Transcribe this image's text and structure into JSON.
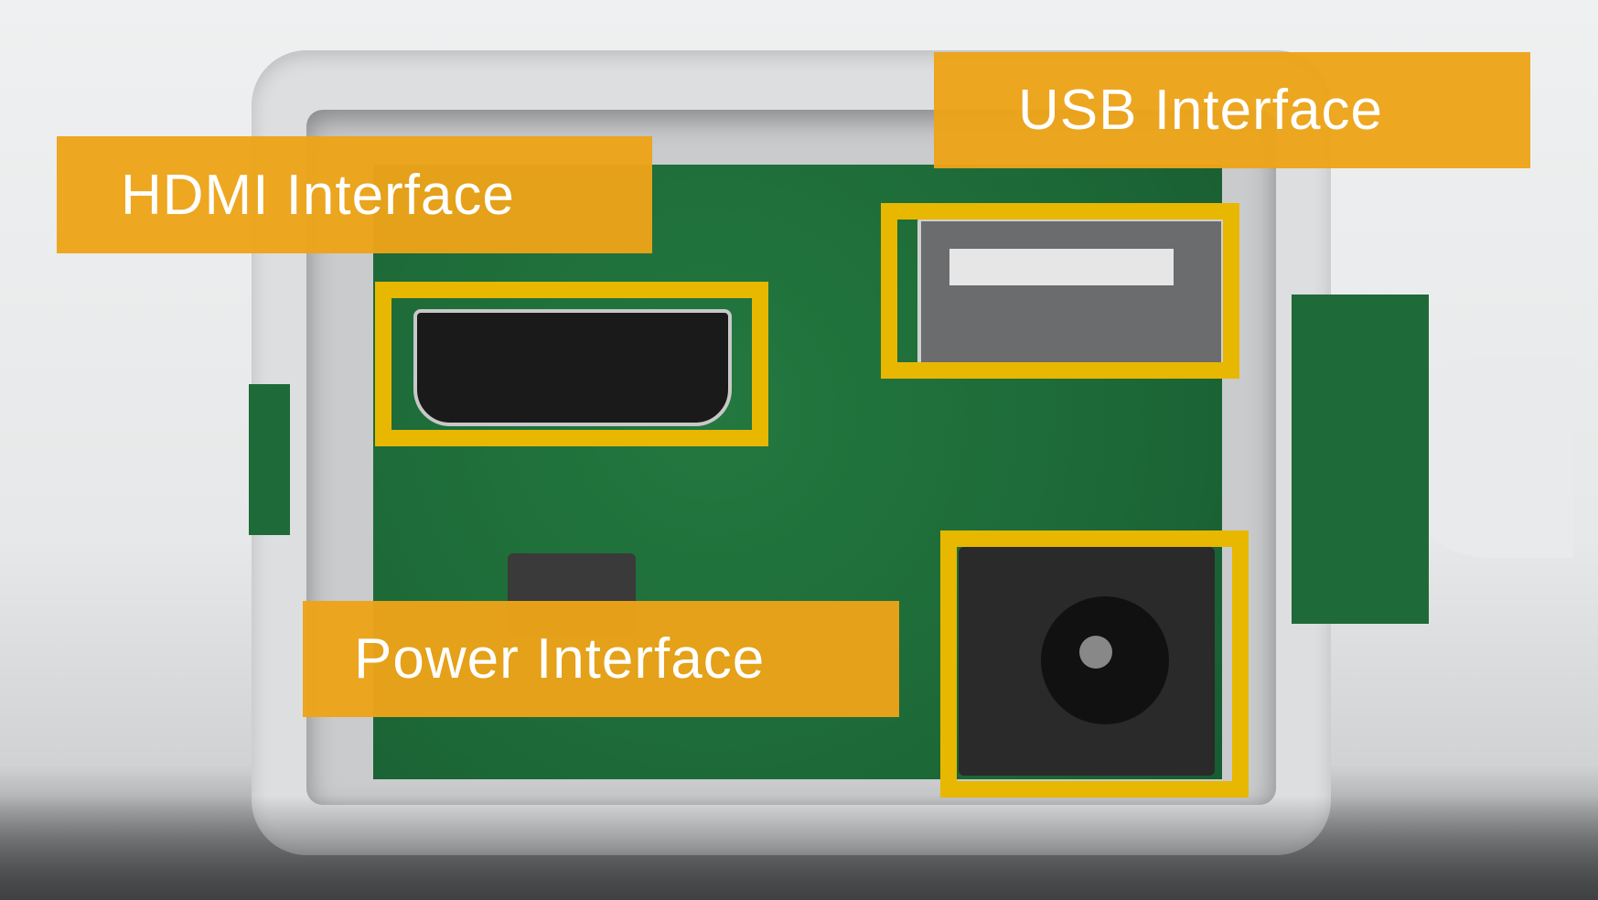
{
  "labels": {
    "hdmi": "HDMI Interface",
    "usb": "USB Interface",
    "power": "Power Interface"
  },
  "colors": {
    "label_background": "#eca318",
    "label_text": "#ffffff",
    "highlight_border": "#e8b700",
    "pcb_green": "#1e6b3a"
  }
}
